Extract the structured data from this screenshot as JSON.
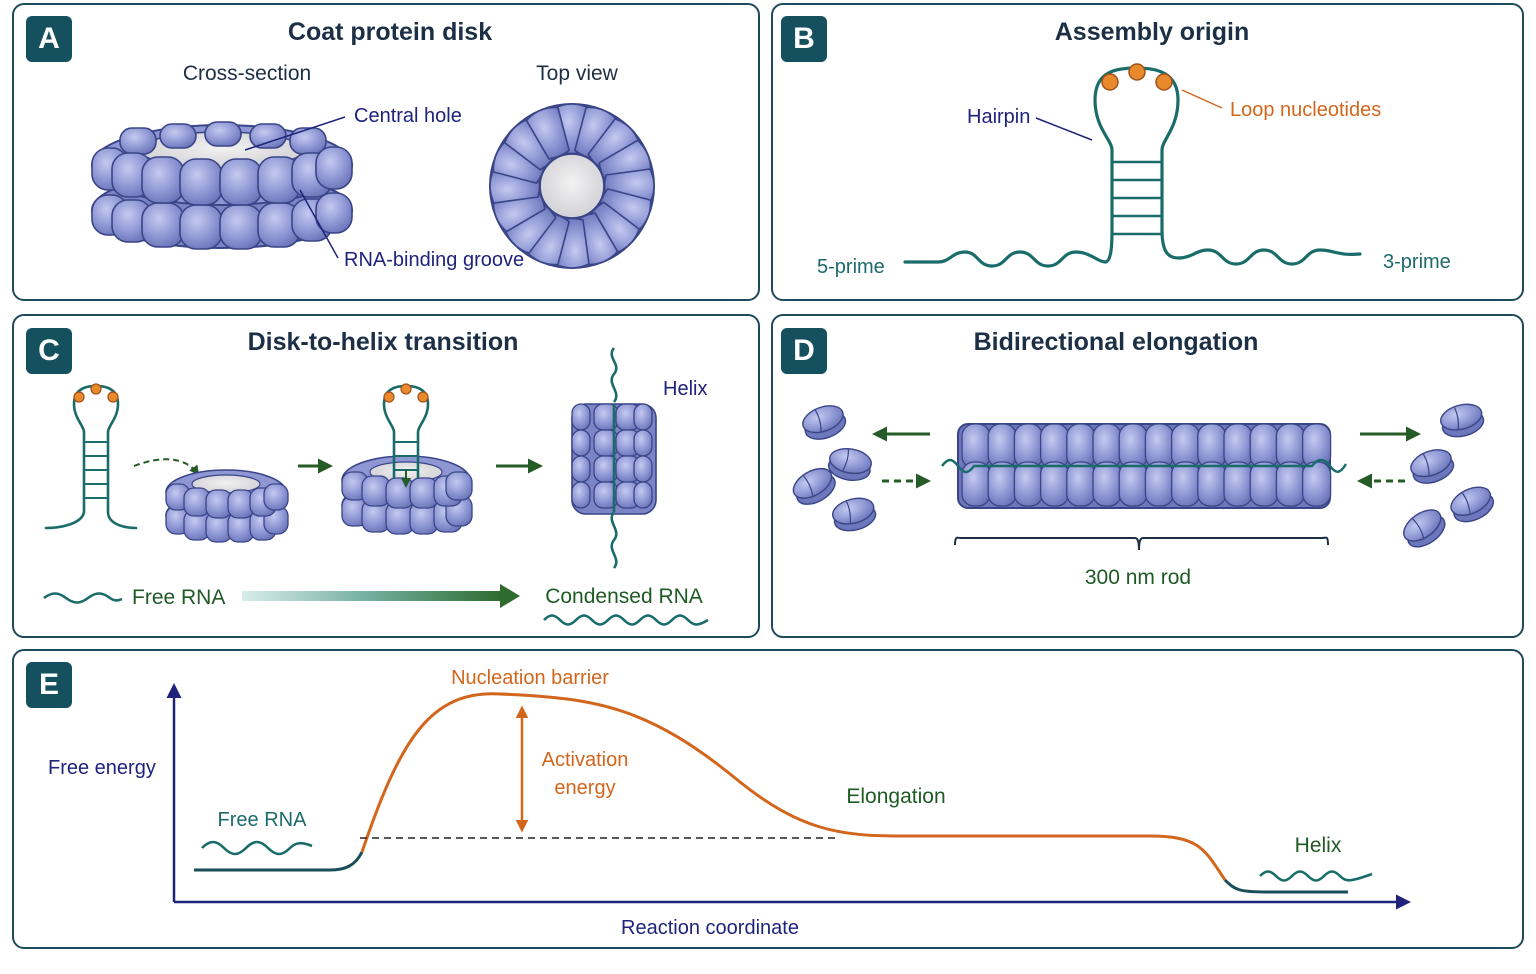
{
  "colors": {
    "protein_fill": "#8e97d4",
    "protein_stroke": "#3a4588",
    "rna": "#1a6c6a",
    "orange": "#d2661c",
    "navy": "#1f237c",
    "green": "#245b26",
    "badge": "#14505e"
  },
  "panel_a": {
    "badge": "A",
    "title": "Coat protein disk",
    "cross_section_label": "Cross-section",
    "top_view_label": "Top view",
    "central_hole_label": "Central hole",
    "groove_label": "RNA-binding groove"
  },
  "panel_b": {
    "badge": "B",
    "title": "Assembly origin",
    "hairpin_label": "Hairpin",
    "loop_label": "Loop nucleotides",
    "five_prime_label": "5-prime",
    "three_prime_label": "3-prime"
  },
  "panel_c": {
    "badge": "C",
    "title": "Disk-to-helix transition",
    "helix_label": "Helix",
    "free_rna_label": "Free RNA",
    "condensed_rna_label": "Condensed RNA"
  },
  "panel_d": {
    "badge": "D",
    "title": "Bidirectional elongation",
    "rod_label": "300 nm rod"
  },
  "panel_e": {
    "badge": "E",
    "y_axis_label": "Free energy",
    "x_axis_label": "Reaction coordinate",
    "barrier_label": "Nucleation barrier",
    "activation_label_line1": "Activation",
    "activation_label_line2": "energy",
    "free_rna_label": "Free RNA",
    "elongation_label": "Elongation",
    "helix_label": "Helix"
  }
}
